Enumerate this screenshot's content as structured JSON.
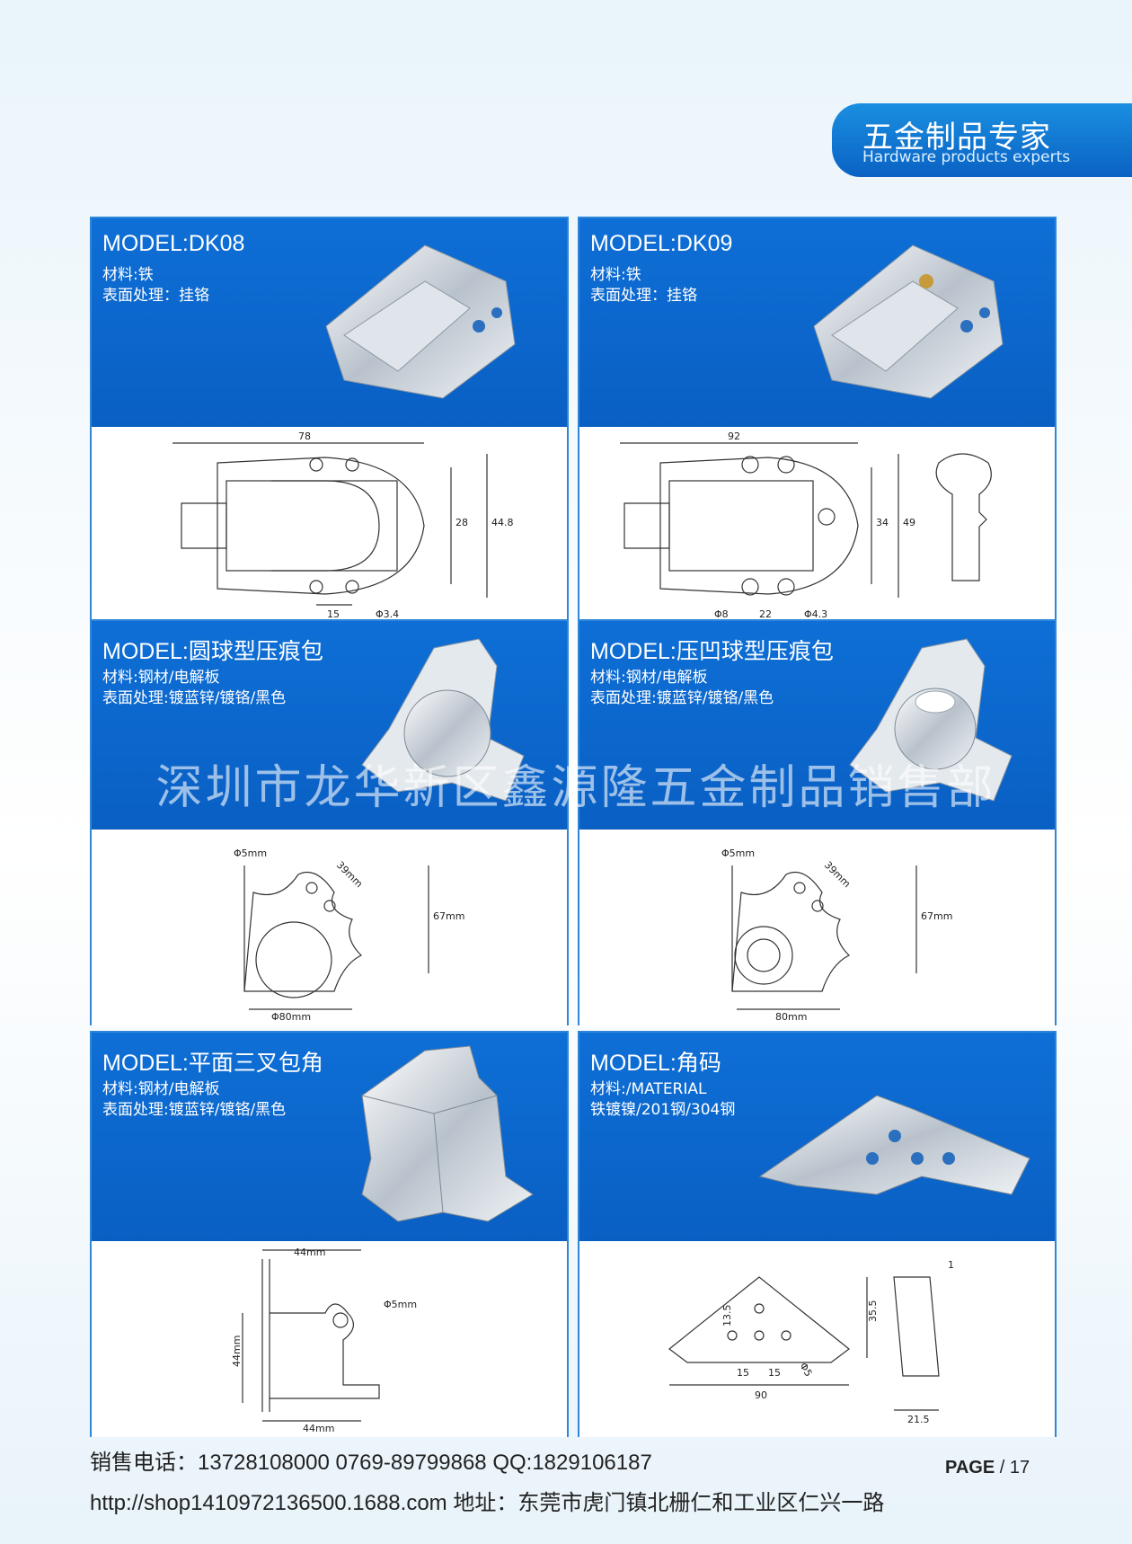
{
  "header": {
    "title_cn": "五金制品专家",
    "title_en": "Hardware products experts"
  },
  "cards": [
    {
      "model_label": "MODEL",
      "model_name": "DK08",
      "spec1": "材料:铁",
      "spec2": "表面处理：挂铬",
      "dims": [
        "78",
        "28",
        "44.8",
        "15",
        "Φ3.4"
      ]
    },
    {
      "model_label": "MODEL",
      "model_name": "DK09",
      "spec1": "材料:铁",
      "spec2": "表面处理：挂铬",
      "dims": [
        "92",
        "34",
        "49",
        "22",
        "Φ8",
        "Φ4.3"
      ]
    },
    {
      "model_label": "MODEL",
      "model_name": "圆球型压痕包",
      "spec1": "材料:钢材/电解板",
      "spec2": "表面处理:镀蓝锌/镀铬/黑色",
      "dims": [
        "Φ5mm",
        "39mm",
        "67mm",
        "Φ80mm"
      ]
    },
    {
      "model_label": "MODEL",
      "model_name": "压凹球型压痕包",
      "spec1": "材料:钢材/电解板",
      "spec2": "表面处理:镀蓝锌/镀铬/黑色",
      "dims": [
        "Φ5mm",
        "39mm",
        "67mm",
        "80mm"
      ]
    },
    {
      "model_label": "MODEL",
      "model_name": "平面三叉包角",
      "spec1": "材料:钢材/电解板",
      "spec2": "表面处理:镀蓝锌/镀铬/黑色",
      "dims": [
        "44mm",
        "Φ5mm",
        "44mm",
        "44mm"
      ]
    },
    {
      "model_label": "MODEL",
      "model_name": "角码",
      "spec1": "材料:/MATERIAL",
      "spec2": "铁镀镍/201钢/304钢",
      "dims": [
        "35.5",
        "13.5",
        "15",
        "15",
        "Φ5",
        "90",
        "1",
        "21.5"
      ]
    }
  ],
  "watermark": "深圳市龙华新区鑫源隆五金制品销售部",
  "footer": {
    "phone_line": "销售电话：13728108000  0769-89799868  QQ:1829106187",
    "address_line": "http://shop1410972136500.1688.com  地址：东莞市虎门镇北栅仁和工业区仁兴一路",
    "page_label": "PAGE",
    "page_number": "/ 17"
  }
}
